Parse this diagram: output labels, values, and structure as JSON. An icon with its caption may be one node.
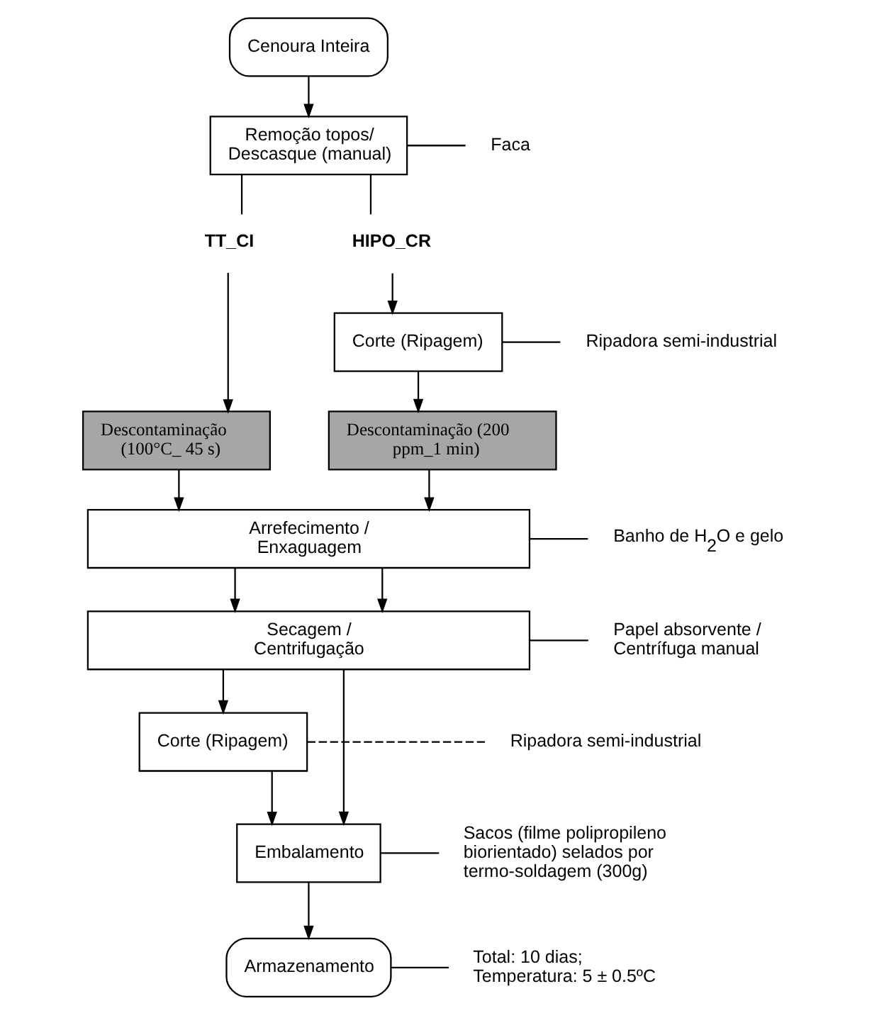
{
  "diagram": {
    "nodes": [
      {
        "text": [
          "Cenoura Inteira"
        ]
      },
      {
        "text": [
          "Remoção topos/ Descasque (manual)"
        ]
      },
      {
        "text": [
          "Faca"
        ]
      },
      {
        "text": [
          "TT_CI"
        ]
      },
      {
        "text": [
          "HIPO_CR"
        ]
      },
      {
        "text": [
          "Corte (Ripagem)"
        ]
      },
      {
        "text": [
          "Ripadora semi-industrial"
        ]
      },
      {
        "text": [
          "Descontaminação (100°C_ 45 s)"
        ]
      },
      {
        "text": [
          "Descontaminação (200 ppm_1 min)"
        ]
      },
      {
        "text": [
          "Arrefecimento / Enxaguagem"
        ]
      },
      {
        "text": [
          "Banho de H$_{2}$O e gelo"
        ]
      },
      {
        "text": [
          "Secagem / Centrifugação"
        ]
      },
      {
        "text": [
          "Papel absorvente / Centrífuga manual"
        ]
      },
      {
        "text": [
          "Corte (Ripagem)"
        ]
      },
      {
        "text": [
          "Ripadora semi-industrial"
        ]
      },
      {
        "text": [
          "Embalamento"
        ]
      },
      {
        "text": [
          "Sacos (filme polipropileno biorientado) selados por termo-soldagem (300g)"
        ]
      },
      {
        "text": [
          "Armazenamento"
        ]
      },
      {
        "text": [
          "Total: 10 dias;",
          "Temperatura: 5 ± 0.5ºC"
        ]
      }
    ],
    "edges": [
      {
        "from": 0,
        "to": 1,
        "arrow": "to"
      },
      {
        "from": 2,
        "to": 1,
        "arrow": "none"
      },
      {
        "from": 1,
        "to": 3,
        "arrow": "none"
      },
      {
        "from": 1,
        "to": 4,
        "arrow": "none"
      },
      {
        "from": 4,
        "to": 5,
        "arrow": "to"
      },
      {
        "from": 6,
        "to": 5,
        "arrow": "none"
      },
      {
        "from": 3,
        "to": 7,
        "arrow": "to"
      },
      {
        "from": 5,
        "to": 8,
        "arrow": "to"
      },
      {
        "from": 7,
        "to": 9,
        "arrow": "to"
      },
      {
        "from": 8,
        "to": 9,
        "arrow": "to"
      },
      {
        "from": 10,
        "to": 9,
        "arrow": "none"
      },
      {
        "from": 9,
        "to": 11,
        "arrow": "to"
      },
      {
        "from": 9,
        "to": 11,
        "arrow": "to"
      },
      {
        "from": 12,
        "to": 11,
        "arrow": "none"
      },
      {
        "from": 11,
        "to": 13,
        "arrow": "to"
      },
      {
        "from": 14,
        "to": 13,
        "arrow": "none",
        "style": "dashed"
      },
      {
        "from": 13,
        "to": 15,
        "arrow": "to"
      },
      {
        "from": 11,
        "to": 15,
        "arrow": "to"
      },
      {
        "from": 16,
        "to": 15,
        "arrow": "none"
      },
      {
        "from": 15,
        "to": 17,
        "arrow": "to"
      },
      {
        "from": 18,
        "to": 17,
        "arrow": "none"
      }
    ]
  }
}
